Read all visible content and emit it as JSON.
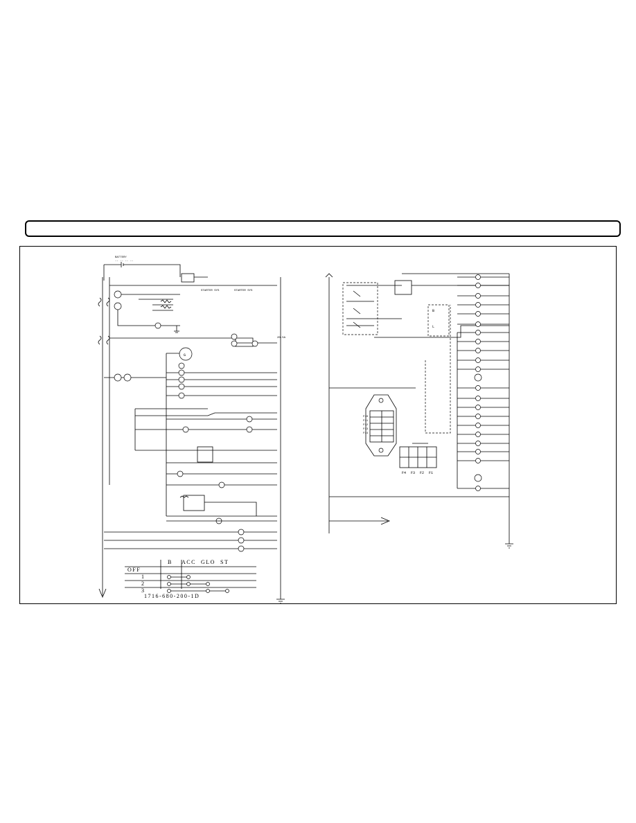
{
  "title_bar": {
    "text": ""
  },
  "left_diagram": {
    "generator_label": "G",
    "switch_table": {
      "headers": [
        "B",
        "ACC",
        "GLO",
        "ST"
      ],
      "rows": [
        {
          "pos": "OFF",
          "links": []
        },
        {
          "pos": "1",
          "links": [
            [
              0,
              1
            ]
          ]
        },
        {
          "pos": "2",
          "links": [
            [
              0,
              1,
              2
            ]
          ]
        },
        {
          "pos": "3",
          "links": [
            [
              0,
              2,
              3
            ]
          ]
        }
      ],
      "part_number": "1716-680-200-1D"
    }
  },
  "right_diagram": {
    "fuse_labels_left": [
      "F10",
      "F11",
      "F12",
      "F13",
      "F14"
    ],
    "fuse_labels_bottom": [
      "F4",
      "F3",
      "F2",
      "F1"
    ],
    "relay_labels": [
      "B",
      "L"
    ]
  },
  "colors": {
    "line": "#000000",
    "background": "#ffffff"
  }
}
